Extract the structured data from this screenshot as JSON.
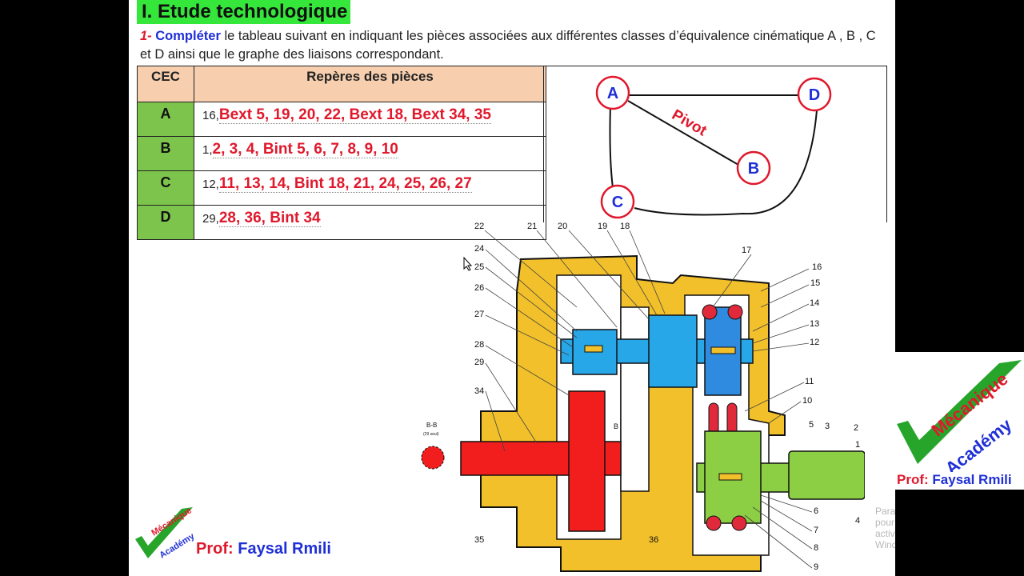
{
  "title": "I. Etude technologique",
  "question": {
    "number": "1-",
    "verb": "Compléter",
    "text": " le tableau suivant en indiquant les pièces associées aux différentes classes d’équivalence cinématique A , B , C et D ainsi que le graphe des liaisons correspondant."
  },
  "table": {
    "headers": [
      "CEC",
      "Repères des pièces"
    ],
    "rows": [
      {
        "cec": "A",
        "given": "16,",
        "answer": "Bext 5, 19, 20, 22, Bext 18, Bext 34, 35"
      },
      {
        "cec": "B",
        "given": "1,",
        "answer": "2, 3, 4, Bint 5, 6, 7, 8, 9, 10"
      },
      {
        "cec": "C",
        "given": "12,",
        "answer": "11, 13, 14, Bint 18, 21, 24, 25, 26, 27"
      },
      {
        "cec": "D",
        "given": "29,",
        "answer": "28, 36, Bint 34"
      }
    ]
  },
  "graph": {
    "nodes": [
      "A",
      "D",
      "B",
      "C"
    ],
    "link_label": "Pivot",
    "node_color": "#1f2fd6",
    "ring_color": "#e0182c"
  },
  "drawing": {
    "section_label": "B-B",
    "section_note": "(29 seul)",
    "b_label": "B",
    "left_labels": [
      "22",
      "21",
      "20",
      "19",
      "18",
      "24",
      "25",
      "26",
      "27",
      "28",
      "29",
      "34",
      "35"
    ],
    "right_labels": [
      "17",
      "16",
      "15",
      "14",
      "13",
      "12",
      "11",
      "10",
      "5",
      "3",
      "2",
      "1",
      "6",
      "7",
      "8",
      "9",
      "4"
    ],
    "bottom_label": "36"
  },
  "branding": {
    "logo_top": "Mécanique",
    "logo_bottom": "Académy",
    "prof_prefix": "Prof:",
    "prof_name": "Faysal Rmili"
  },
  "watermark": "Paramètres pour activer Windows.",
  "colors": {
    "title_bg": "#35e73a",
    "header_bg": "#f7cfae",
    "cec_bg": "#7cc44b",
    "answer": "#e0182c",
    "housing": "#f2c02a",
    "shaft_blue": "#27a6e8",
    "shaft_red": "#f21d1d",
    "shaft_green": "#8ccf45"
  }
}
